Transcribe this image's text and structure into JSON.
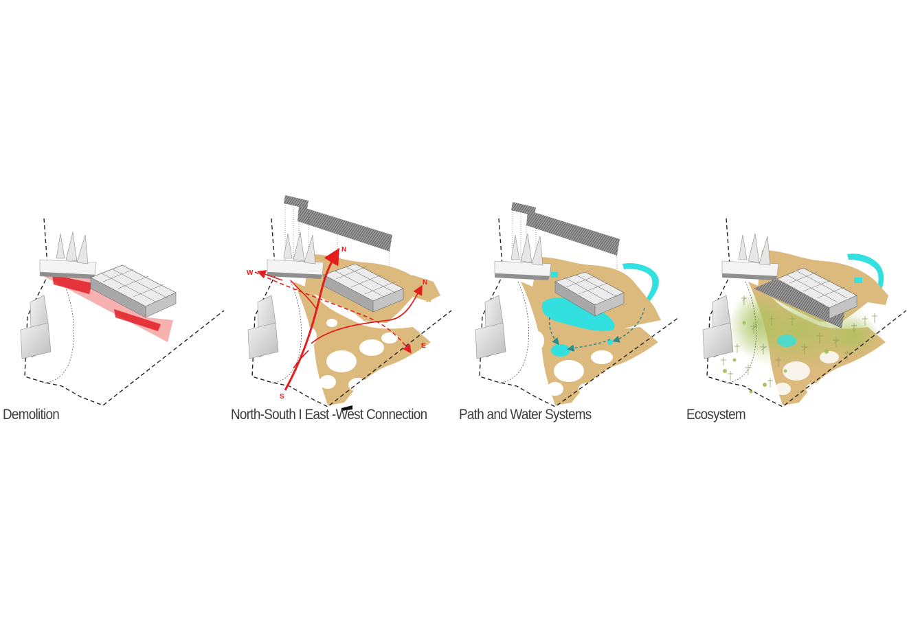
{
  "panels": [
    {
      "caption": "Demolition"
    },
    {
      "caption": "North-South I East -West Connection",
      "directions": {
        "w": "W",
        "n1": "N",
        "n2": "N",
        "e": "E",
        "s": "S"
      }
    },
    {
      "caption": "Path and Water Systems"
    },
    {
      "caption": "Ecosystem"
    }
  ],
  "colors": {
    "path": "#dcb97d",
    "demolition": "#f27c7c",
    "demolition_dark": "#e01e26",
    "connection": "#e31d1d",
    "water": "#33e0e0",
    "water_flow": "#2a8c8c",
    "vegetation": "#9fbe55",
    "building": "#d8d8d8",
    "roof": "#6b6b6b"
  }
}
